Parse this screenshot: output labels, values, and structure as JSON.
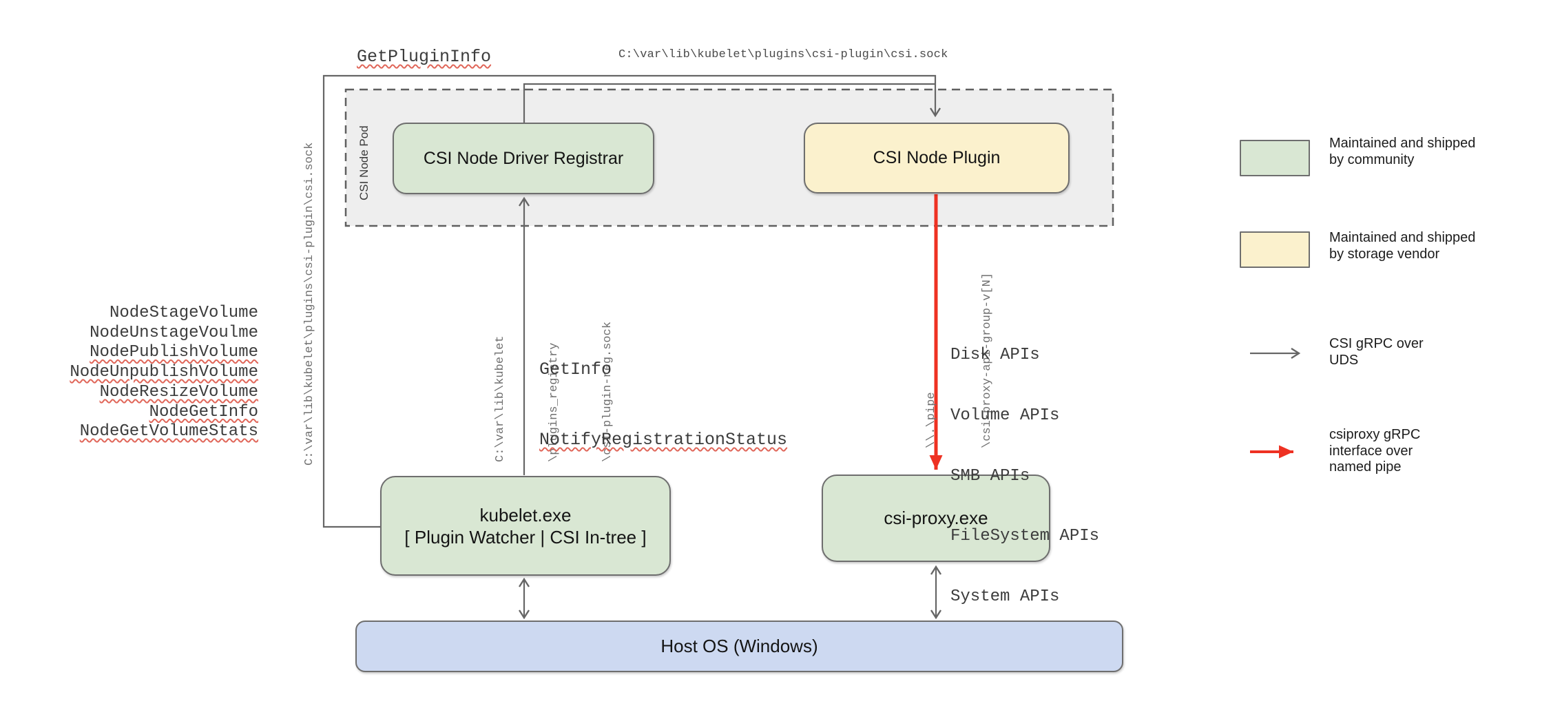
{
  "labels": {
    "get_plugin_info": "GetPluginInfo",
    "csi_sock_path": "C:\\var\\lib\\kubelet\\plugins\\csi-plugin\\csi.sock",
    "get_info": "GetInfo",
    "notify_registration_status": "NotifyRegistrationStatus"
  },
  "node_calls": [
    {
      "label": "NodeStageVolume"
    },
    {
      "label": "NodeUnstageVoulme"
    },
    {
      "label": "NodePublishVolume"
    },
    {
      "label": "NodeUnpublishVolume"
    },
    {
      "label": "NodeResizeVolume"
    },
    {
      "label": "NodeGetInfo"
    },
    {
      "label": "NodeGetVolumeStats"
    }
  ],
  "api_calls": [
    "Disk APIs",
    "Volume APIs",
    "SMB APIs",
    "FileSystem APIs",
    "System APIs"
  ],
  "registry_path_lines": [
    "C:\\var\\lib\\kubelet",
    "\\plugins_registry",
    "\\csi-plugin-reg.sock"
  ],
  "pipe_path_lines": [
    "\\\\.\\pipe",
    "\\csi-proxy-api-group-v[N]"
  ],
  "pod": {
    "label": "CSI Node Pod"
  },
  "boxes": {
    "registrar": {
      "label": "CSI Node Driver Registrar"
    },
    "plugin": {
      "label": "CSI Node Plugin"
    },
    "kubelet": {
      "line1": "kubelet.exe",
      "line2": "[ Plugin Watcher | CSI In-tree ]"
    },
    "csi_proxy": {
      "label": "csi-proxy.exe"
    },
    "host_os": {
      "label": "Host OS (Windows)"
    }
  },
  "legend": {
    "community": {
      "line1": "Maintained and shipped",
      "line2": "by community",
      "swatch_color": "#d9e7d3"
    },
    "vendor": {
      "line1": "Maintained and shipped",
      "line2": "by storage vendor",
      "swatch_color": "#fbf1cd"
    },
    "uds_arrow": {
      "line1": "CSI gRPC over",
      "line2": "UDS"
    },
    "named_pipe_arrow": {
      "line1": "csiproxy gRPC",
      "line2": "interface over",
      "line3": "named pipe"
    }
  },
  "colors": {
    "community_green": "#d9e7d3",
    "vendor_yellow": "#fbf1cd",
    "host_blue": "#cdd9f1",
    "pod_gray": "#eeeeee",
    "connector_gray": "#666666",
    "csiproxy_red": "#ee3122",
    "squiggle_red": "#e06659"
  }
}
